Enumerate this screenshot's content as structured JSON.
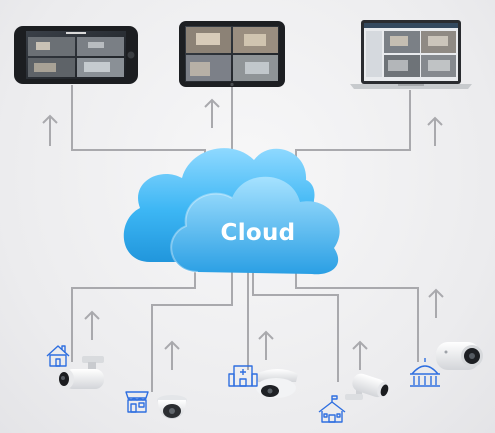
{
  "cloud": {
    "label": "Cloud"
  },
  "colors": {
    "cloud_light": "#7fd2ff",
    "cloud_main": "#33b1f2",
    "cloud_dark": "#1e8fd8",
    "connector": "#a9a9ad",
    "icon_blue": "#2f6fe0"
  },
  "viewers": [
    {
      "device": "smartphone",
      "icon": "phone-icon"
    },
    {
      "device": "tablet",
      "icon": "tablet-icon"
    },
    {
      "device": "laptop",
      "icon": "laptop-icon"
    }
  ],
  "cameras": [
    {
      "type": "bullet-camera",
      "site_icon": "house-icon"
    },
    {
      "type": "dome-camera",
      "site_icon": "store-icon"
    },
    {
      "type": "turret-camera",
      "site_icon": "hospital-icon"
    },
    {
      "type": "bullet-camera",
      "site_icon": "school-icon"
    },
    {
      "type": "cube-camera",
      "site_icon": "government-building-icon"
    }
  ]
}
